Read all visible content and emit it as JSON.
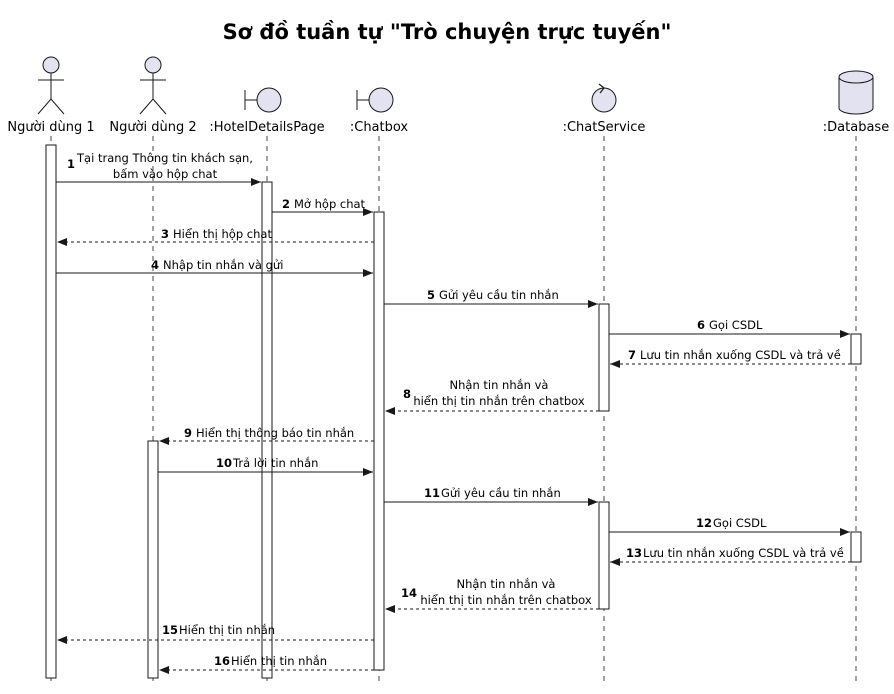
{
  "title": "Sơ đồ tuần tự \"Trò chuyện trực tuyến\"",
  "participants": [
    {
      "id": "p1",
      "label": "Người dùng 1",
      "kind": "actor"
    },
    {
      "id": "p2",
      "label": "Người dùng 2",
      "kind": "actor"
    },
    {
      "id": "p3",
      "label": ":HotelDetailsPage",
      "kind": "boundary"
    },
    {
      "id": "p4",
      "label": ":Chatbox",
      "kind": "boundary"
    },
    {
      "id": "p5",
      "label": ":ChatService",
      "kind": "control"
    },
    {
      "id": "p6",
      "label": ":Database",
      "kind": "database"
    }
  ],
  "messages": [
    {
      "num": "1",
      "from": "p1",
      "to": "p3",
      "lines": [
        "Tại trang Thông tin khách sạn,",
        "bấm vào hộp chat"
      ],
      "style": "solid"
    },
    {
      "num": "2",
      "from": "p3",
      "to": "p4",
      "lines": [
        "Mở hộp chat"
      ],
      "style": "solid"
    },
    {
      "num": "3",
      "from": "p4",
      "to": "p1",
      "lines": [
        "Hiển thị hộp chat"
      ],
      "style": "dashed"
    },
    {
      "num": "4",
      "from": "p1",
      "to": "p4",
      "lines": [
        "Nhập tin nhắn và gửi"
      ],
      "style": "solid"
    },
    {
      "num": "5",
      "from": "p4",
      "to": "p5",
      "lines": [
        "Gửi yêu cầu tin nhắn"
      ],
      "style": "solid"
    },
    {
      "num": "6",
      "from": "p5",
      "to": "p6",
      "lines": [
        "Gọi CSDL"
      ],
      "style": "solid"
    },
    {
      "num": "7",
      "from": "p6",
      "to": "p5",
      "lines": [
        "Lưu tin nhắn xuống CSDL và trả về"
      ],
      "style": "dashed"
    },
    {
      "num": "8",
      "from": "p5",
      "to": "p4",
      "lines": [
        "Nhận tin nhắn và",
        "hiển thị tin nhắn trên chatbox"
      ],
      "style": "dashed"
    },
    {
      "num": "9",
      "from": "p4",
      "to": "p2",
      "lines": [
        "Hiển thị thông báo tin nhắn"
      ],
      "style": "dashed"
    },
    {
      "num": "10",
      "from": "p2",
      "to": "p4",
      "lines": [
        "Trả lời tin nhắn"
      ],
      "style": "solid"
    },
    {
      "num": "11",
      "from": "p4",
      "to": "p5",
      "lines": [
        "Gửi yêu cầu tin nhắn"
      ],
      "style": "solid"
    },
    {
      "num": "12",
      "from": "p5",
      "to": "p6",
      "lines": [
        "Gọi CSDL"
      ],
      "style": "solid"
    },
    {
      "num": "13",
      "from": "p6",
      "to": "p5",
      "lines": [
        "Lưu tin nhắn xuống CSDL và trả về"
      ],
      "style": "dashed"
    },
    {
      "num": "14",
      "from": "p5",
      "to": "p4",
      "lines": [
        "Nhận tin nhắn và",
        "hiển thị tin nhắn trên chatbox"
      ],
      "style": "dashed"
    },
    {
      "num": "15",
      "from": "p4",
      "to": "p1",
      "lines": [
        "Hiển thị tin nhắn"
      ],
      "style": "dashed"
    },
    {
      "num": "16",
      "from": "p4",
      "to": "p2",
      "lines": [
        "Hiển thị tin nhắn"
      ],
      "style": "dashed"
    }
  ]
}
